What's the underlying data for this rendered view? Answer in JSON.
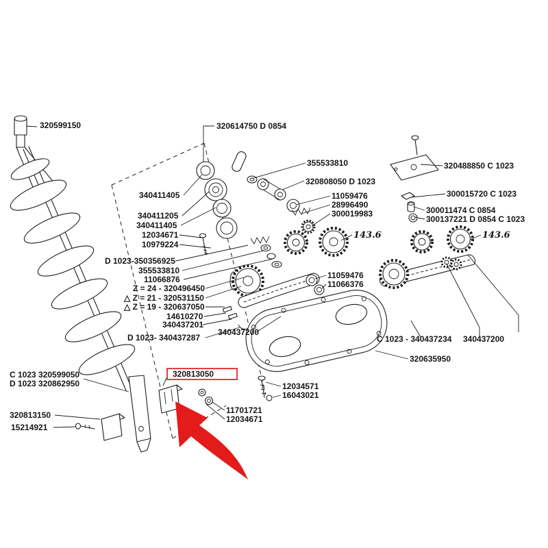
{
  "diagram": {
    "type": "exploded-parts-diagram",
    "subject": "auger and gearbox assembly",
    "colors": {
      "line": "#1c1c1c",
      "background": "#ffffff",
      "highlight": "#e31b1b"
    },
    "highlight": {
      "boxed_part": "320813050",
      "arrow_points_to": "320813050"
    }
  },
  "labels": [
    {
      "id": "320599150",
      "text": "320599150"
    },
    {
      "id": "320614750",
      "text": "320614750 D 0854"
    },
    {
      "id": "355533810-top",
      "text": "355533810"
    },
    {
      "id": "320808050",
      "text": "320808050 D 1023"
    },
    {
      "id": "320488850",
      "text": "320488850 C 1023"
    },
    {
      "id": "11059476-top",
      "text": "11059476"
    },
    {
      "id": "28996490",
      "text": "28996490"
    },
    {
      "id": "300019983",
      "text": "300019983"
    },
    {
      "id": "300015720",
      "text": "300015720 C 1023"
    },
    {
      "id": "300011474",
      "text": "300011474 C 0854"
    },
    {
      "id": "300137221",
      "text": "300137221 D 0854 C 1023"
    },
    {
      "id": "measure-left",
      "text": "143.6"
    },
    {
      "id": "measure-right",
      "text": "143.6"
    },
    {
      "id": "340411405-a",
      "text": "340411405"
    },
    {
      "id": "340411205",
      "text": "340411205"
    },
    {
      "id": "340411405-b",
      "text": "340411405"
    },
    {
      "id": "12034671-mid",
      "text": "12034671"
    },
    {
      "id": "10979224",
      "text": "10979224"
    },
    {
      "id": "350356925",
      "text": "D 1023-350356925"
    },
    {
      "id": "355533810-mid",
      "text": "355533810"
    },
    {
      "id": "11066876",
      "text": "11066876"
    },
    {
      "id": "z24",
      "text": "Z = 24 - 320496450"
    },
    {
      "id": "z21",
      "text": "△ Z = 21 - 320531150"
    },
    {
      "id": "z19",
      "text": "△ Z = 19 - 320637050"
    },
    {
      "id": "14610270",
      "text": "14610270"
    },
    {
      "id": "340437201",
      "text": "340437201"
    },
    {
      "id": "340437287",
      "text": "D 1023- 340437287"
    },
    {
      "id": "340437200-left",
      "text": "340437200"
    },
    {
      "id": "11059476-mid",
      "text": "11059476"
    },
    {
      "id": "11066376",
      "text": "11066376"
    },
    {
      "id": "340437234",
      "text": "C 1023 - 340437234"
    },
    {
      "id": "340437200-right",
      "text": "340437200"
    },
    {
      "id": "320635950",
      "text": "320635950"
    },
    {
      "id": "320599050",
      "text": "C 1023 320599050"
    },
    {
      "id": "320862950",
      "text": "D 1023 320862950"
    },
    {
      "id": "320813050",
      "text": "320813050"
    },
    {
      "id": "320813150",
      "text": "320813150"
    },
    {
      "id": "15214921",
      "text": "15214921"
    },
    {
      "id": "12034571",
      "text": "12034571"
    },
    {
      "id": "16043021",
      "text": "16043021"
    },
    {
      "id": "11701721",
      "text": "11701721"
    },
    {
      "id": "12034671-bottom",
      "text": "12034671"
    }
  ]
}
